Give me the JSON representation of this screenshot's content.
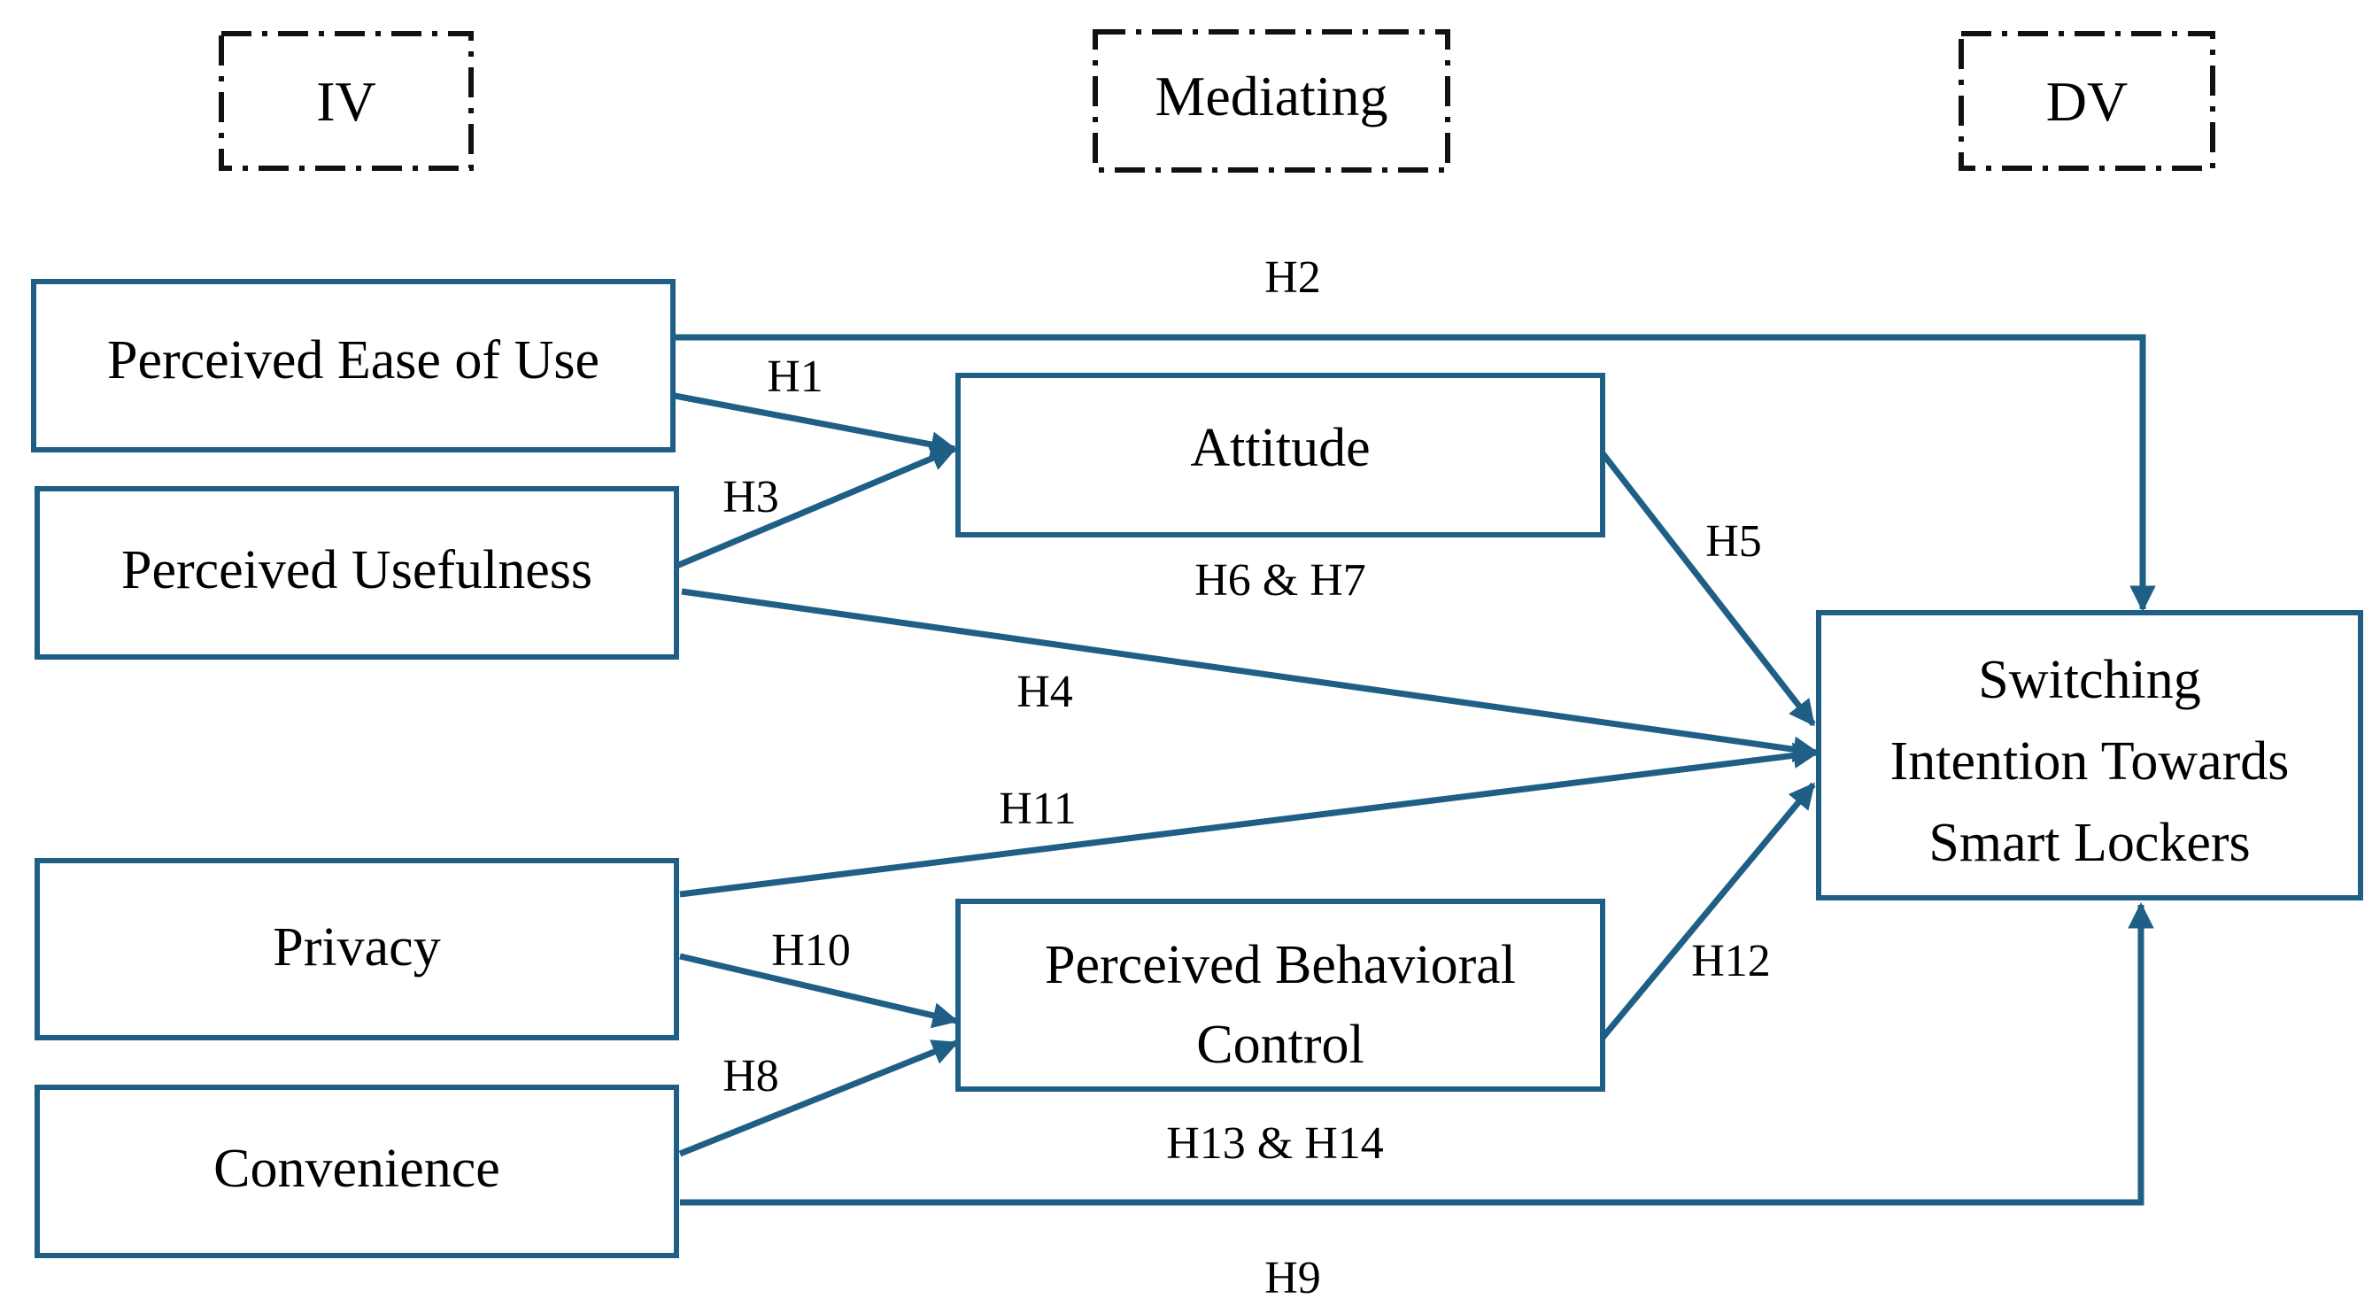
{
  "headers": {
    "iv": "IV",
    "mediating": "Mediating",
    "dv": "DV"
  },
  "nodes": {
    "ease_of_use": "Perceived Ease of Use",
    "usefulness": "Perceived Usefulness",
    "privacy": "Privacy",
    "convenience": "Convenience",
    "attitude": "Attitude",
    "pbc": [
      "Perceived Behavioral",
      "Control"
    ],
    "switching": [
      "Switching",
      "Intention Towards",
      "Smart Lockers"
    ]
  },
  "hypotheses": {
    "h1": "H1",
    "h2": "H2",
    "h3": "H3",
    "h4": "H4",
    "h5": "H5",
    "h6_h7": "H6 & H7",
    "h8": "H8",
    "h9": "H9",
    "h10": "H10",
    "h11": "H11",
    "h12": "H12",
    "h13_h14": "H13 & H14"
  },
  "colors": {
    "accent": "#1f5f86",
    "text": "#000000",
    "header_border": "#111111"
  }
}
